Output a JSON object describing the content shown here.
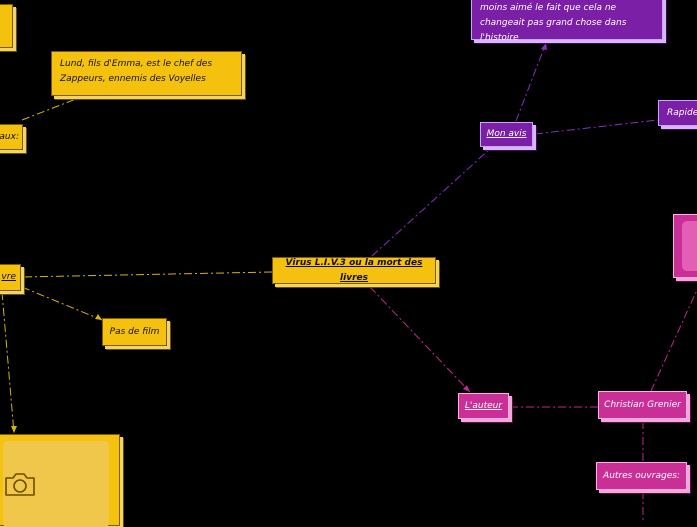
{
  "nodes": {
    "root": "Virus L.I.V.3 ou la mort des livres",
    "lund": "Lund, fils d'Emma, est le chef des Zappeurs, ennemis des Voyelles",
    "left_partial_top": "aux:",
    "left_partial_mid": "vre",
    "no_film": "Pas de film",
    "mon_avis": "Mon avis",
    "avis_text": "moins aimé le fait que cela ne changeait pas grand chose dans l'histoire",
    "rapide": "Rapide",
    "auteur": "L'auteur",
    "christian": "Christian Grenier",
    "autres": "Autres ouvrages:"
  },
  "colors": {
    "yellow": "#f4c10f",
    "purple": "#7a1fa6",
    "pink": "#c92f97",
    "background": "#000000"
  },
  "icons": {
    "image_placeholder": "camera-icon"
  }
}
